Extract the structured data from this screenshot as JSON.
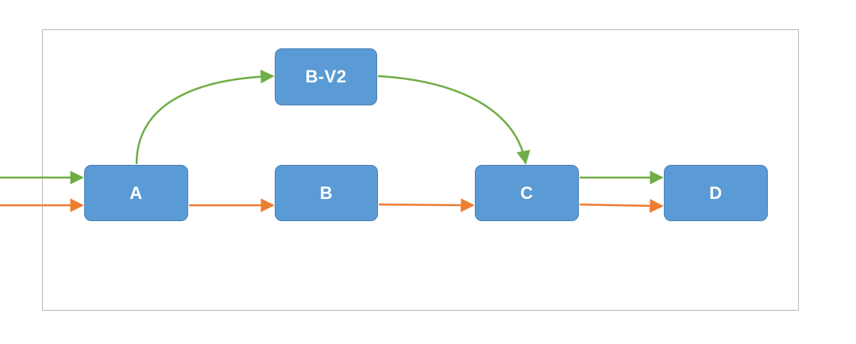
{
  "diagram": {
    "nodes": {
      "a": {
        "label": "A"
      },
      "b": {
        "label": "B"
      },
      "bv2": {
        "label": "B-V2"
      },
      "c": {
        "label": "C"
      },
      "d": {
        "label": "D"
      }
    },
    "edges": [
      {
        "from": "entry",
        "to": "a",
        "color": "green"
      },
      {
        "from": "entry",
        "to": "a",
        "color": "orange"
      },
      {
        "from": "a",
        "to": "bv2",
        "color": "green"
      },
      {
        "from": "bv2",
        "to": "c",
        "color": "green"
      },
      {
        "from": "a",
        "to": "b",
        "color": "orange"
      },
      {
        "from": "b",
        "to": "c",
        "color": "orange"
      },
      {
        "from": "c",
        "to": "d",
        "color": "green"
      },
      {
        "from": "c",
        "to": "d",
        "color": "orange"
      }
    ],
    "colors": {
      "green": "#70ad47",
      "orange": "#ed7d31",
      "node_fill": "#5b9bd5",
      "node_border": "#4a7fb5",
      "frame_border": "#b9b9b9"
    }
  }
}
